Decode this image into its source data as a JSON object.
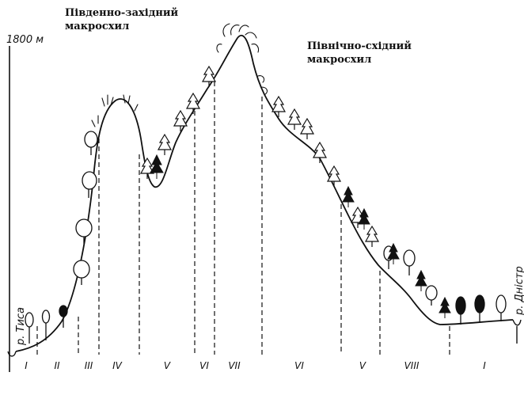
{
  "headings": {
    "southwest": [
      "Південно-західний",
      "макросхил"
    ],
    "northeast": [
      "Північно-східний",
      "макросхил"
    ]
  },
  "elevation_label": "1800 м",
  "rivers": {
    "left": "р. Тиса",
    "right": "р. Дністр"
  },
  "zones": [
    "I",
    "II",
    "III",
    "IV",
    "V",
    "VI",
    "VII",
    "VI",
    "V",
    "VIII",
    "I"
  ],
  "colors": {
    "ink": "#111111",
    "paper": "#ffffff"
  }
}
